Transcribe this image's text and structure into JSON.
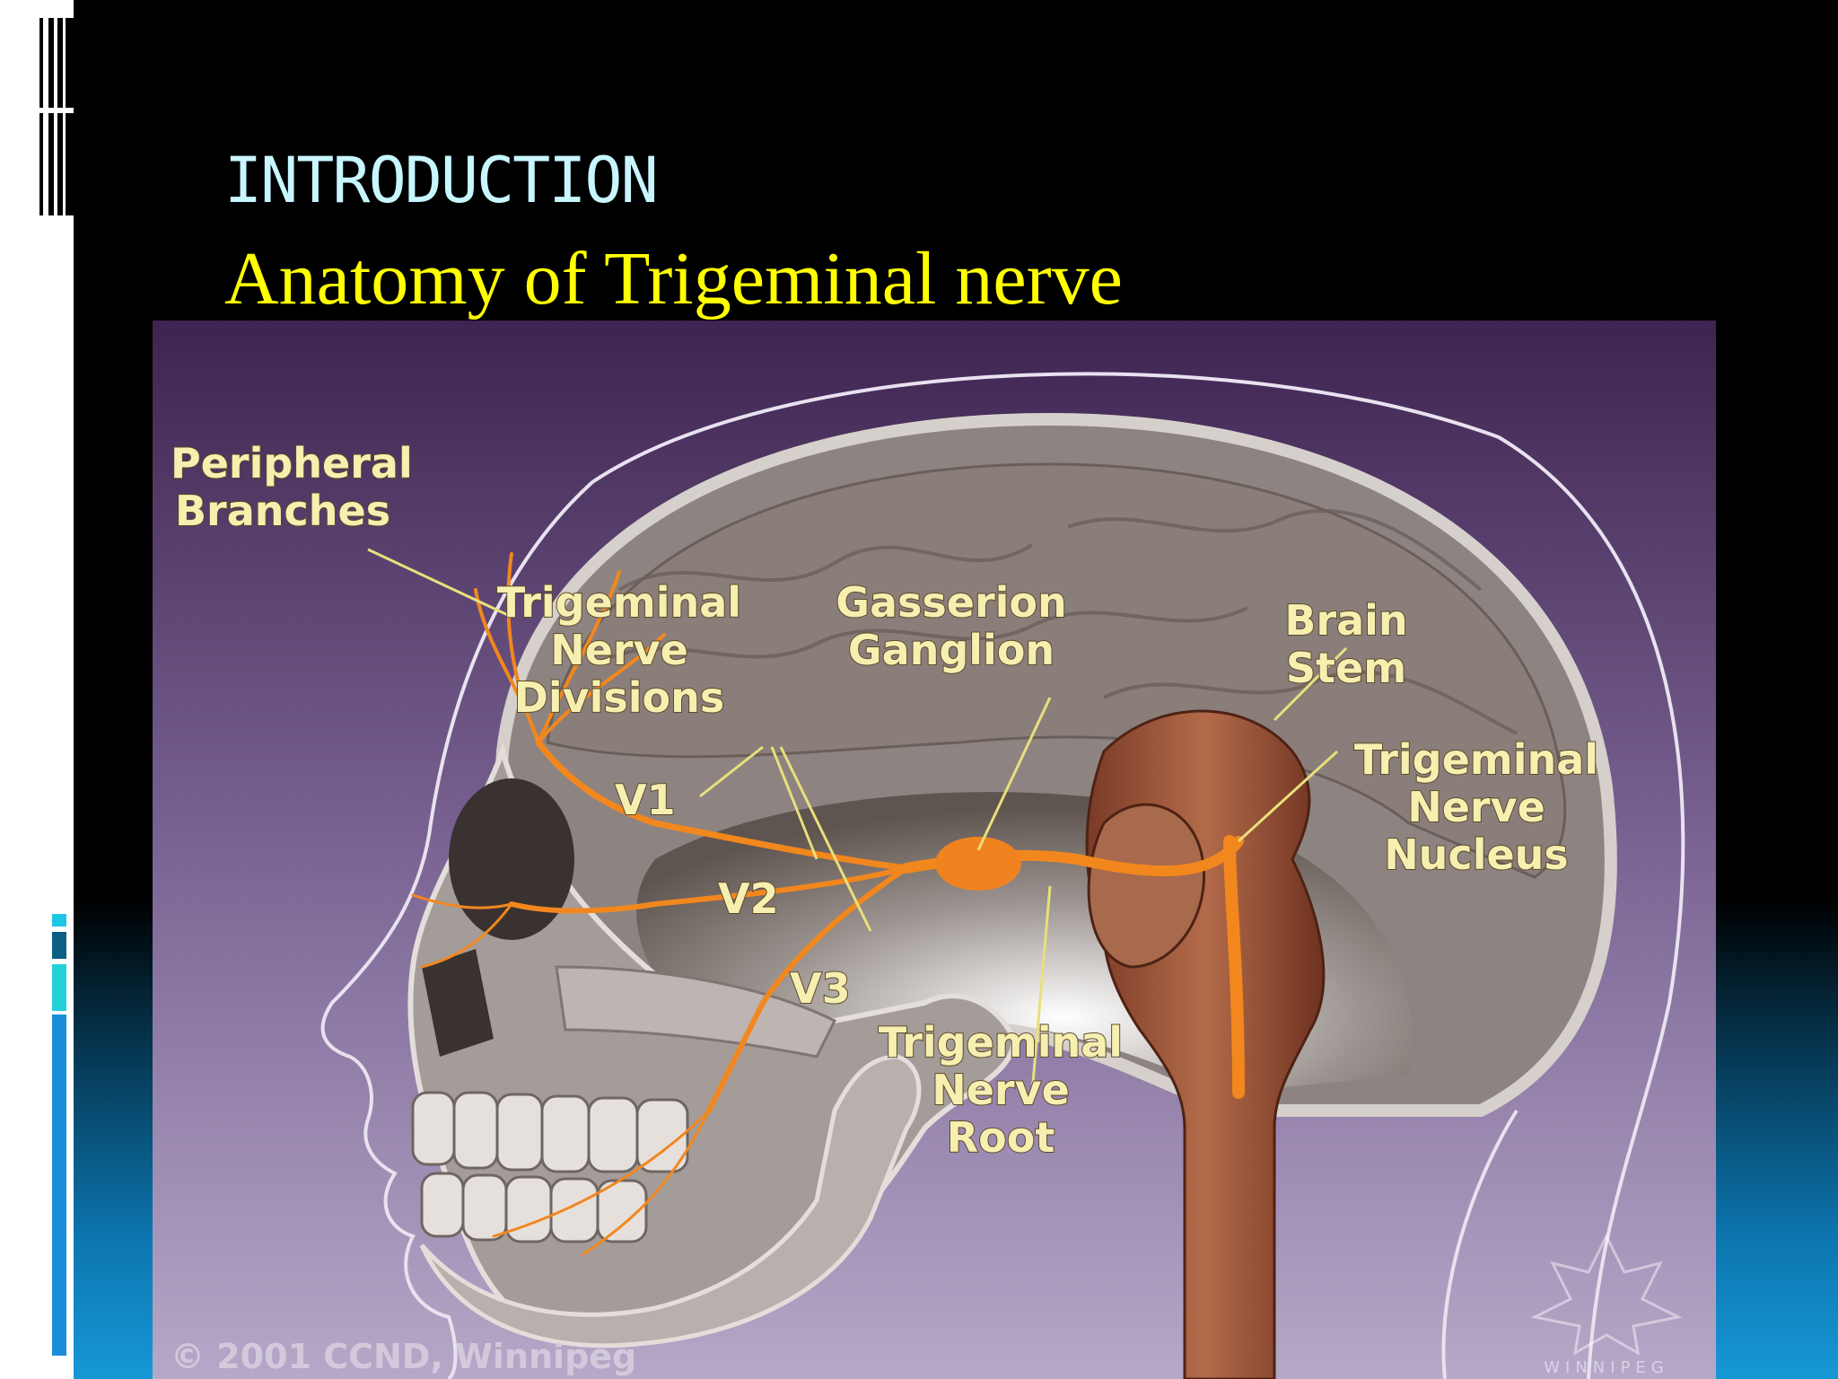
{
  "slide": {
    "heading": "INTRODUCTION",
    "subheading": "Anatomy of  Trigeminal nerve"
  },
  "figure": {
    "labels": {
      "peripheral_1": "Peripheral",
      "peripheral_2": "Branches",
      "divisions_1": "Trigeminal",
      "divisions_2": "Nerve",
      "divisions_3": "Divisions",
      "gasserion_1": "Gasserion",
      "gasserion_2": "Ganglion",
      "brainstem_1": "Brain",
      "brainstem_2": "Stem",
      "nucleus_1": "Trigeminal",
      "nucleus_2": "Nerve",
      "nucleus_3": "Nucleus",
      "v1": "V1",
      "v2": "V2",
      "v3": "V3",
      "root_1": "Trigeminal",
      "root_2": "Nerve",
      "root_3": "Root"
    },
    "copyright": "© 2001 CCND, Winnipeg",
    "watermark": "WINNIPEG",
    "colors": {
      "nerve": "#f2871e",
      "label": "#f6efb0",
      "heading": "#c8f6ff",
      "subheading": "#ffff00"
    }
  }
}
